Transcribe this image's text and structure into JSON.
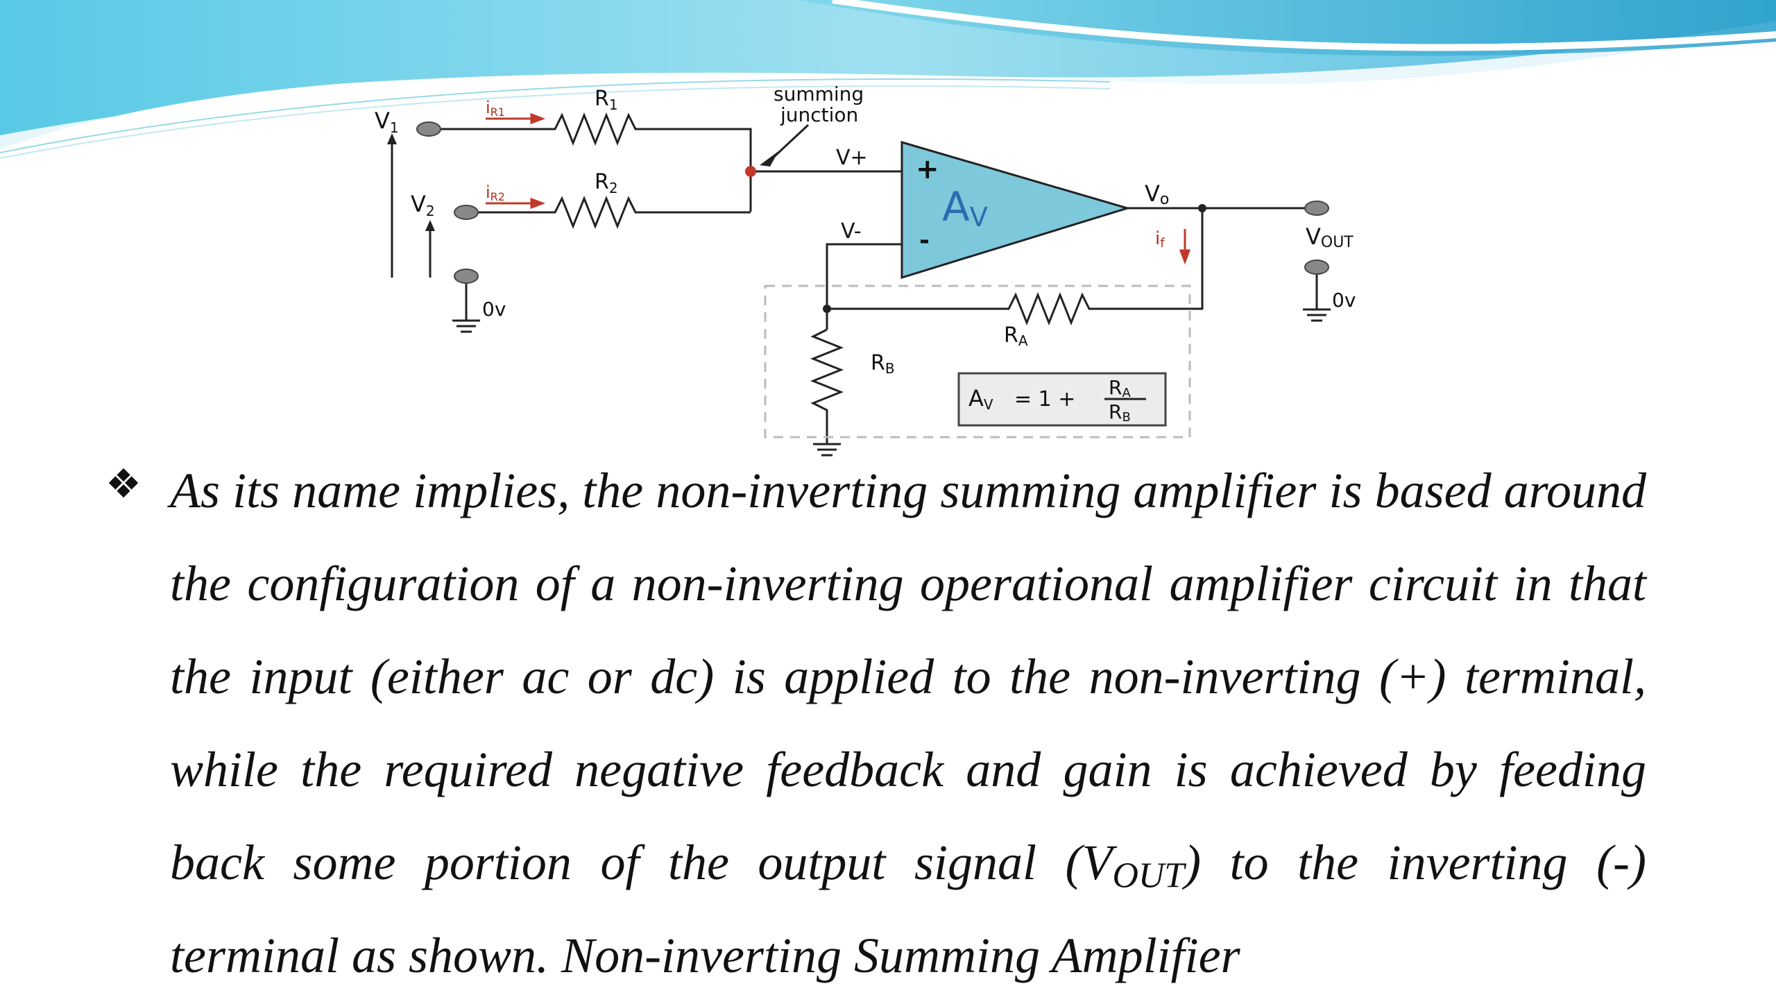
{
  "diagram": {
    "labels": {
      "v1": "V",
      "v1_sub": "1",
      "v2": "V",
      "v2_sub": "2",
      "ir1": "i",
      "ir1_sub": "R1",
      "ir2": "i",
      "ir2_sub": "R2",
      "r1": "R",
      "r1_sub": "1",
      "r2": "R",
      "r2_sub": "2",
      "summing_junction_line1": "summing",
      "summing_junction_line2": "junction",
      "v_plus": "V+",
      "v_minus": "V-",
      "plus_sign": "+",
      "minus_sign": "-",
      "gain": "A",
      "gain_sub": "V",
      "vo": "V",
      "vo_sub": "o",
      "if": "i",
      "if_sub": "f",
      "vout": "V",
      "vout_sub": "OUT",
      "ground_left": "0v",
      "ground_right": "0v",
      "ra": "R",
      "ra_sub": "A",
      "rb": "R",
      "rb_sub": "B",
      "formula_lhs": "A",
      "formula_lhs_sub": "V",
      "formula_eq": "= 1 +",
      "formula_num": "R",
      "formula_num_sub": "A",
      "formula_den": "R",
      "formula_den_sub": "B"
    },
    "colors": {
      "opamp_fill": "#7ec8dc",
      "opamp_text": "#2b6cb0",
      "current_arrow": "#c0392b",
      "junction_dot": "#c0392b",
      "wire": "#222222"
    }
  },
  "text": {
    "bullet_symbol": "❖",
    "paragraph_before_sub": "As its name implies, the non-inverting summing amplifier is based around the configuration of a non-inverting operational amplifier circuit in that the input (either ac or dc) is applied to the non-inverting (+) terminal, while the required negative feedback and gain is achieved by feeding back some portion of the output signal (V",
    "paragraph_sub": "OUT",
    "paragraph_after_sub": ") to the inverting (-) terminal as shown. Non-inverting Summing Amplifier"
  }
}
